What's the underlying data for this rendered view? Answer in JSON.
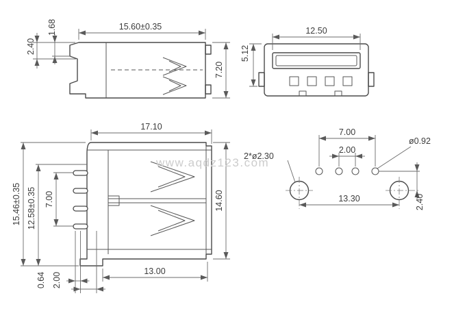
{
  "watermark": "www.aqdz123.com",
  "views": {
    "side": {
      "dims": {
        "width": "15.60±0.35",
        "lip": "1.68",
        "peg": "2.40",
        "height": "7.20"
      }
    },
    "top": {
      "dims": {
        "slot_width": "12.50",
        "depth": "5.12"
      }
    },
    "front": {
      "dims": {
        "width": "17.10",
        "overall_height": "15.46±0.35",
        "body_height": "12.58±0.35",
        "pin_span": "7.00",
        "shell_height": "14.60",
        "bottom_width": "13.00",
        "pin_width": "0.64",
        "pin_pitch": "2.00"
      }
    },
    "footprint": {
      "dims": {
        "pin_span": "7.00",
        "pin_pitch": "2.00",
        "mount_hole": "2*ø2.30",
        "pin_hole": "ø0.92",
        "mount_span": "13.30",
        "row_offset": "2.40"
      }
    }
  }
}
